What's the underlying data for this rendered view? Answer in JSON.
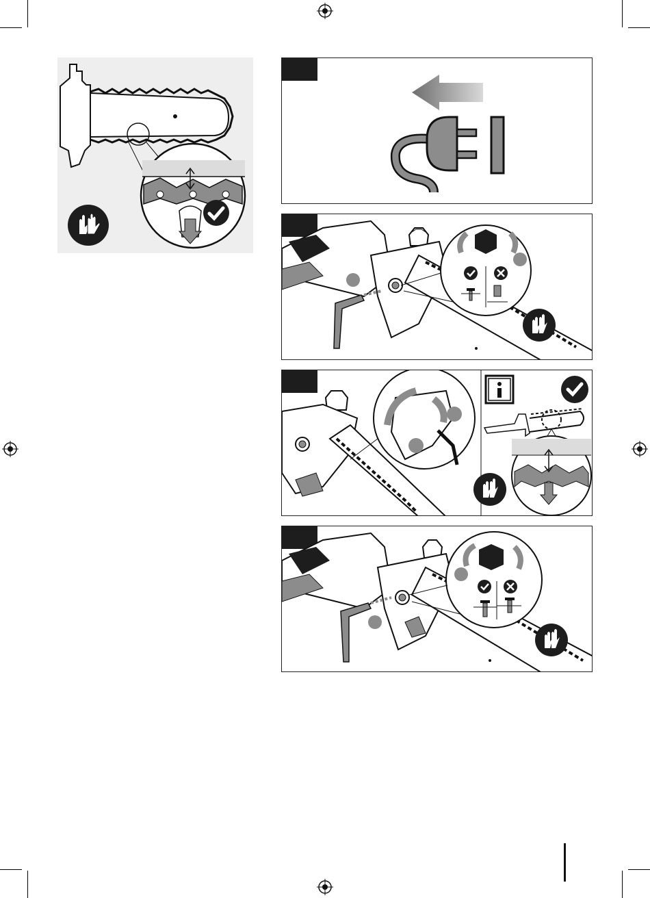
{
  "page": {
    "steps": [
      {
        "id": "step-1",
        "label": ""
      },
      {
        "id": "step-2",
        "label": ""
      },
      {
        "id": "step-3",
        "label": ""
      },
      {
        "id": "step-4",
        "label": ""
      }
    ]
  },
  "icons": {
    "gloves": "gloves-icon",
    "check": "checkmark-icon",
    "cross": "cross-icon",
    "info": "info-icon",
    "plug": "plug-icon",
    "arrow": "arrow-left-icon",
    "hex": "hex-bolt-icon"
  },
  "colors": {
    "ink": "#1d1d1d",
    "grey": "#8c8c8c",
    "light_grey": "#eeeeee",
    "mid_grey": "#bdbdbd"
  }
}
